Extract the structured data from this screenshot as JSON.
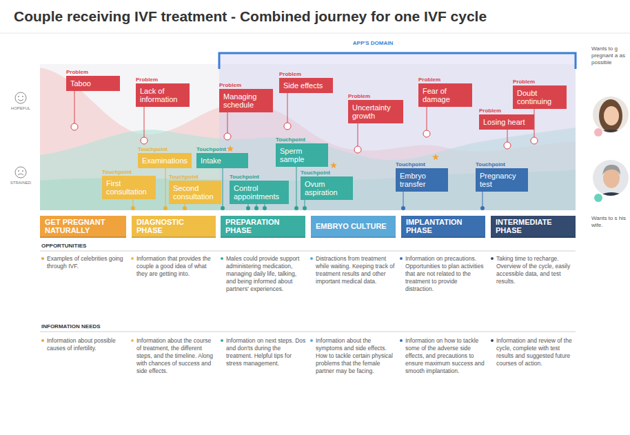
{
  "diagram": {
    "title": "Couple receiving IVF treatment - Combined journey for one IVF cycle",
    "nodes": [
      {
        "text": [
          "Problem",
          "Taboo"
        ]
      },
      {
        "text": [
          "Problem",
          "Lack of information"
        ]
      },
      {
        "text": [
          "Problem",
          "Managing schedule"
        ]
      },
      {
        "text": [
          "Problem",
          "Side effects"
        ]
      },
      {
        "text": [
          "Problem",
          "Uncertainty growth"
        ]
      },
      {
        "text": [
          "Problem",
          "Fear of damage"
        ]
      },
      {
        "text": [
          "Problem",
          "Losing heart"
        ]
      },
      {
        "text": [
          "Problem",
          "Doubt continuing"
        ]
      },
      {
        "text": [
          "Touchpoint",
          "First consultation"
        ]
      },
      {
        "text": [
          "Touchpoint",
          "Examinations"
        ]
      },
      {
        "text": [
          "Touchpoint",
          "Second consultation"
        ]
      },
      {
        "text": [
          "Touchpoint",
          "Intake"
        ]
      },
      {
        "text": [
          "Touchpoint",
          "Control appointments"
        ]
      },
      {
        "text": [
          "Touchpoint",
          "Sperm sample"
        ]
      },
      {
        "text": [
          "Touchpoint",
          "Ovum aspiration"
        ]
      },
      {
        "text": [
          "Touchpoint",
          "Embryo transfer"
        ]
      },
      {
        "text": [
          "Touchpoint",
          "Pregnancy test"
        ]
      },
      {
        "text": [
          "GET PREGNANT NATURALLY"
        ]
      },
      {
        "text": [
          "DIAGNOSTIC PHASE"
        ]
      },
      {
        "text": [
          "PREPARATION PHASE"
        ]
      },
      {
        "text": [
          "EMBRYO CULTURE"
        ]
      },
      {
        "text": [
          "IMPLANTATION PHASE"
        ]
      },
      {
        "text": [
          "INTERMEDIATE PHASE"
        ]
      }
    ],
    "labels": [
      "APP'S DOMAIN",
      "HOPEFUL",
      "STRAINED",
      "Wants to g pregnant a as possible",
      "Wants to s his wife.",
      "OPPORTUNITIES",
      "Examples of celebrities going through IVF.",
      "Information that provides the couple a good idea of what they are getting into.",
      "Males could provide support administering medication, managing daily life, talking, and being informed about partners' experiences.",
      "Distractions from treatment while waiting. Keeping track of treatment results and other important medical data.",
      "Information on precautions. Opportunities to plan activities that are not related to the treatment to provide distraction.",
      "Taking time to recharge. Overview of the cycle, easily accessible data, and test results.",
      "INFORMATION NEEDS",
      "Information about possible causes of infertility.",
      "Information about the course of treatment, the different steps, and the timeline. Along with chances of success and side effects.",
      "Information on next steps. Dos and don'ts during the treatment. Helpful tips for stress management.",
      "Information about the symptoms and side effects. How to tackle certain physical problems that the female partner may be facing.",
      "Information on how to tackle some of the adverse side effects, and precautions to ensure maximum success and smooth implantation.",
      "Information and review of the cycle, complete with test results and suggested future courses of action."
    ]
  }
}
